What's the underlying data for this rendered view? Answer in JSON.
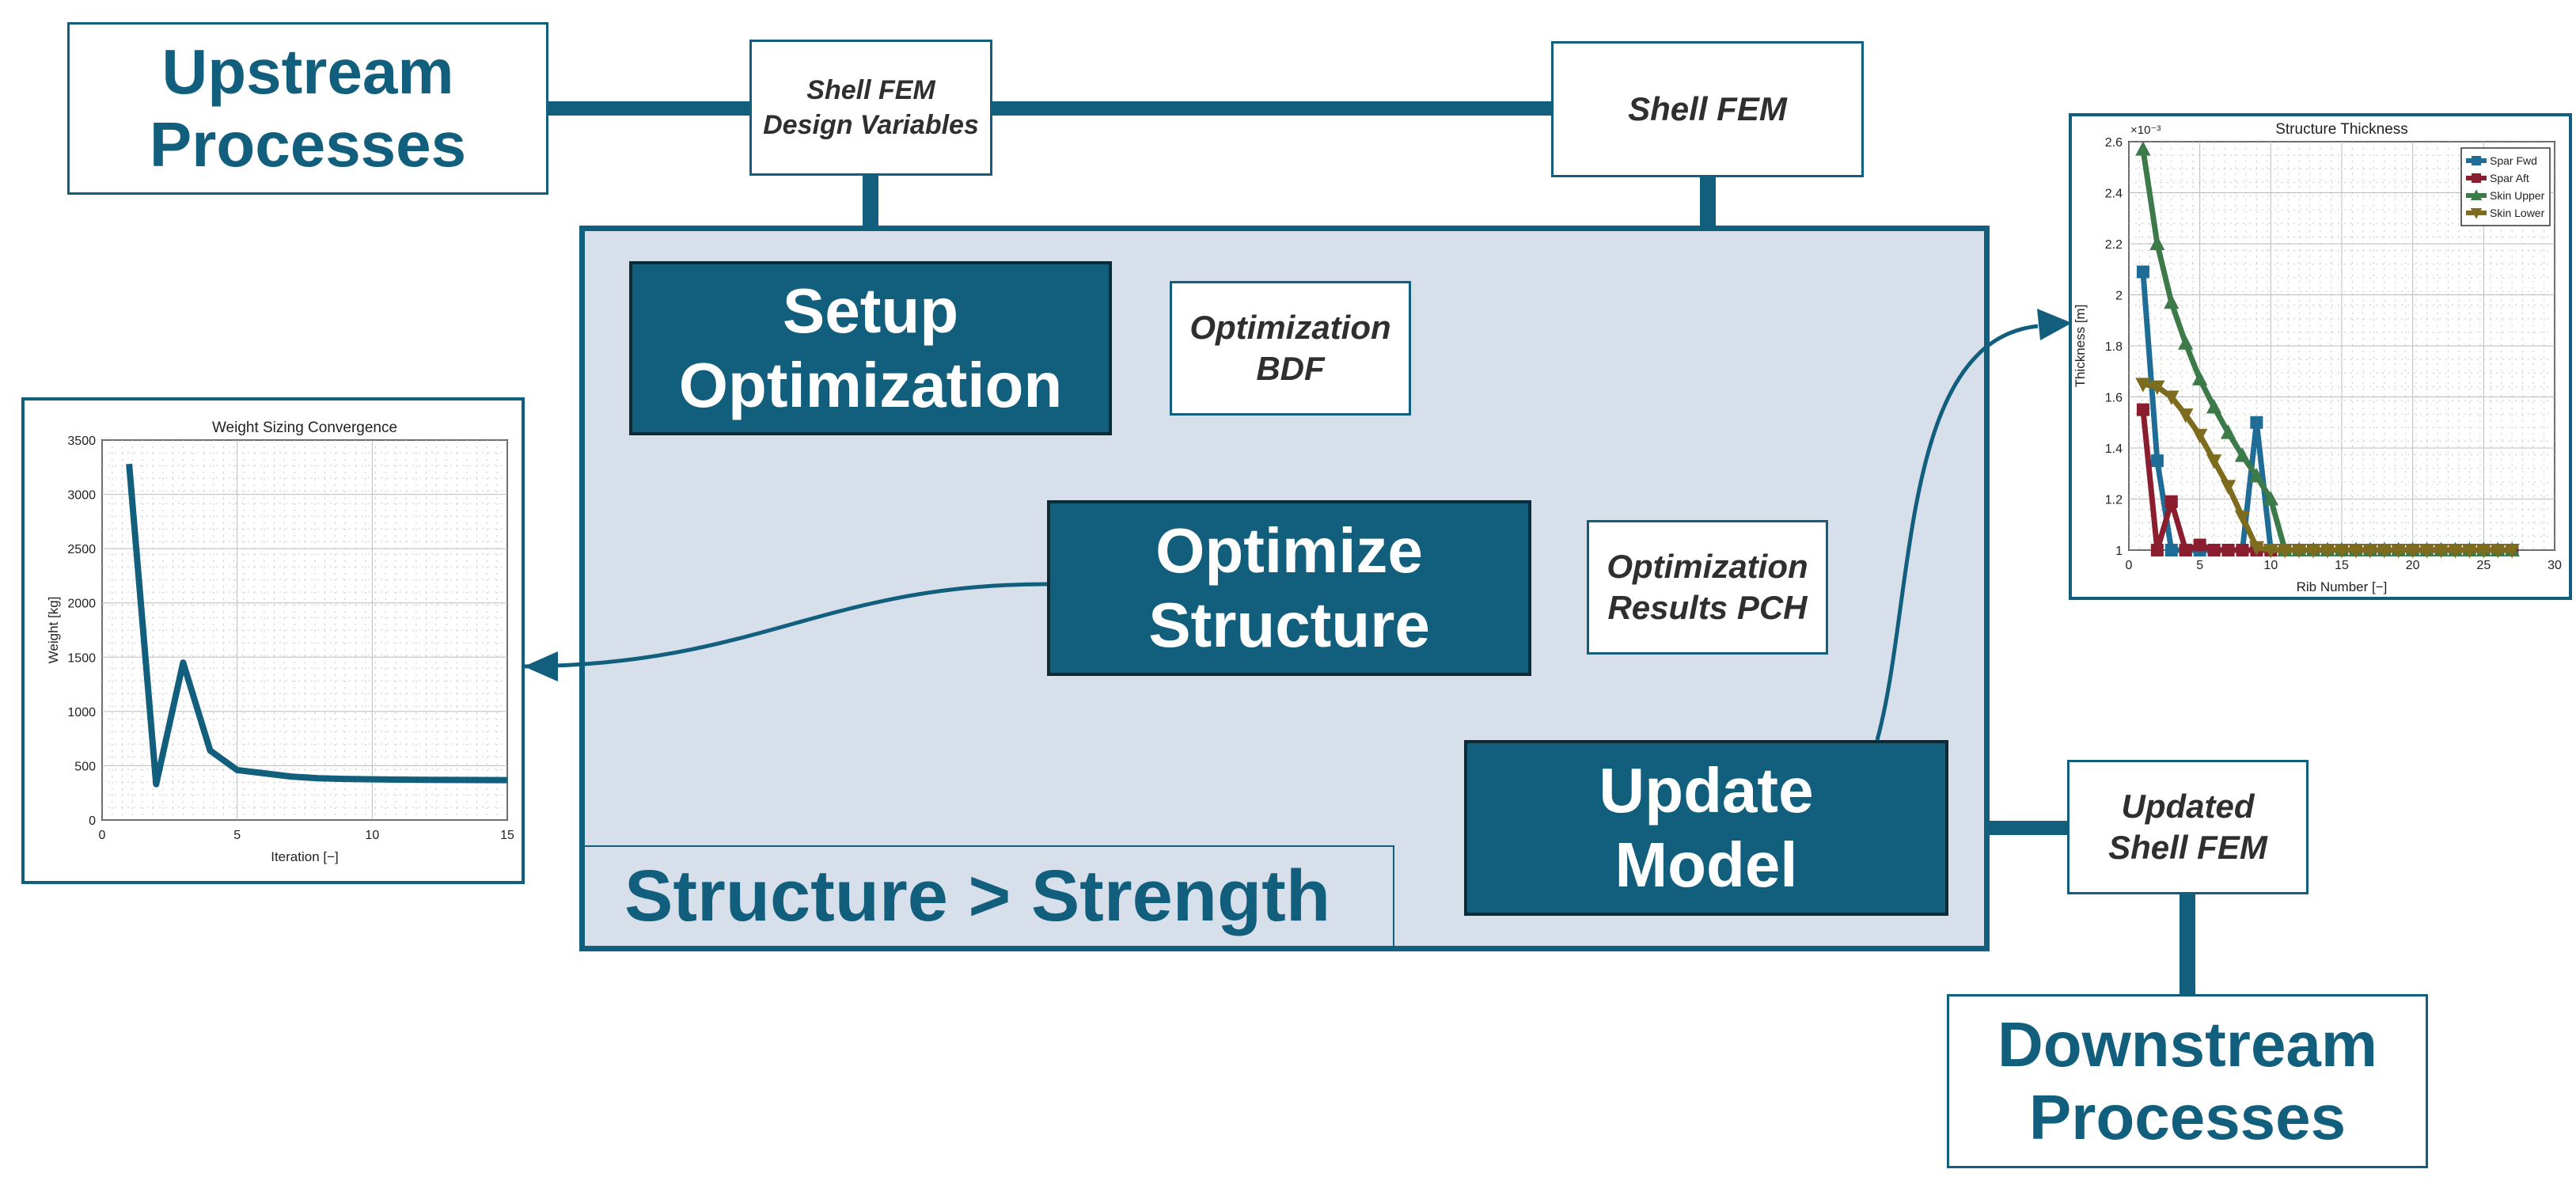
{
  "upstream": {
    "label": "Upstream\nProcesses"
  },
  "downstream": {
    "label": "Downstream\nProcesses"
  },
  "design_vars": {
    "label": "Shell FEM\nDesign Variables"
  },
  "shell_fem": {
    "label": "Shell FEM"
  },
  "setup_opt": {
    "label": "Setup\nOptimization"
  },
  "opt_bdf": {
    "label": "Optimization\nBDF"
  },
  "optimize_struct": {
    "label": "Optimize\nStructure"
  },
  "opt_results": {
    "label": "Optimization\nResults PCH"
  },
  "update_model": {
    "label": "Update\nModel"
  },
  "updated_fem": {
    "label": "Updated\nShell FEM"
  },
  "region": {
    "label": "Structure > Strength"
  },
  "colors": {
    "accent": "#115e7d",
    "region_fill": "#d7e0ea",
    "spar_fwd": "#1f6c96",
    "spar_aft": "#8a1d2e",
    "skin_upper": "#3d7a4a",
    "skin_lower": "#7d6b1e"
  },
  "chart_data": [
    {
      "type": "line",
      "title": "Weight Sizing Convergence",
      "xlabel": "Iteration [−]",
      "ylabel": "Weight [kg]",
      "xlim": [
        0,
        15
      ],
      "ylim": [
        0,
        3500
      ],
      "xticks": [
        "0",
        "5",
        "10",
        "15"
      ],
      "yticks": [
        "0",
        "500",
        "1000",
        "1500",
        "2000",
        "2500",
        "3000",
        "3500"
      ],
      "grid": true,
      "x": [
        1,
        2,
        3,
        4,
        5,
        6,
        7,
        8,
        9,
        10,
        11,
        12,
        13,
        14,
        15
      ],
      "series": [
        {
          "values": [
            3280,
            330,
            1450,
            640,
            460,
            430,
            400,
            385,
            378,
            375,
            372,
            370,
            369,
            368,
            367
          ]
        }
      ]
    },
    {
      "type": "line",
      "title": "Structure Thickness",
      "xlabel": "Rib Number [−]",
      "ylabel": "Thickness [m]",
      "exponent_label": "×10⁻³",
      "xlim": [
        0,
        30
      ],
      "ylim": [
        1,
        2.6
      ],
      "xticks": [
        "0",
        "5",
        "10",
        "15",
        "20",
        "25",
        "30"
      ],
      "yticks": [
        "1",
        "1.2",
        "1.4",
        "1.6",
        "1.8",
        "2",
        "2.2",
        "2.4",
        "2.6"
      ],
      "grid": true,
      "legend_position": "top-right",
      "x": [
        1,
        2,
        3,
        4,
        5,
        6,
        7,
        8,
        9,
        10,
        11,
        12,
        13,
        14,
        15,
        16,
        17,
        18,
        19,
        20,
        21,
        22,
        23,
        24,
        25,
        26,
        27
      ],
      "series": [
        {
          "name": "Spar Fwd",
          "color": "#1f6c96",
          "marker": "square",
          "values": [
            2.09,
            1.35,
            1.0,
            1.0,
            1.0,
            1.0,
            1.0,
            1.0,
            1.5,
            1.0,
            1.0,
            1.0,
            1.0,
            1.0,
            1.0,
            1.0,
            1.0,
            1.0,
            1.0,
            1.0,
            1.0,
            1.0,
            1.0,
            1.0,
            1.0,
            1.0,
            1.0
          ]
        },
        {
          "name": "Spar Aft",
          "color": "#8a1d2e",
          "marker": "square",
          "values": [
            1.55,
            1.0,
            1.19,
            1.0,
            1.02,
            1.0,
            1.0,
            1.0,
            1.0,
            1.0,
            1.0,
            1.0,
            1.0,
            1.0,
            1.0,
            1.0,
            1.0,
            1.0,
            1.0,
            1.0,
            1.0,
            1.0,
            1.0,
            1.0,
            1.0,
            1.0,
            1.0
          ]
        },
        {
          "name": "Skin Upper",
          "color": "#3d7a4a",
          "marker": "triangle-up",
          "values": [
            2.57,
            2.2,
            1.97,
            1.81,
            1.67,
            1.56,
            1.46,
            1.37,
            1.29,
            1.2,
            1.0,
            1.0,
            1.0,
            1.0,
            1.0,
            1.0,
            1.0,
            1.0,
            1.0,
            1.0,
            1.0,
            1.0,
            1.0,
            1.0,
            1.0,
            1.0,
            1.0
          ]
        },
        {
          "name": "Skin Lower",
          "color": "#7d6b1e",
          "marker": "triangle-down",
          "values": [
            1.65,
            1.64,
            1.6,
            1.53,
            1.45,
            1.35,
            1.25,
            1.13,
            1.01,
            1.0,
            1.0,
            1.0,
            1.0,
            1.0,
            1.0,
            1.0,
            1.0,
            1.0,
            1.0,
            1.0,
            1.0,
            1.0,
            1.0,
            1.0,
            1.0,
            1.0,
            1.0
          ]
        }
      ]
    }
  ]
}
